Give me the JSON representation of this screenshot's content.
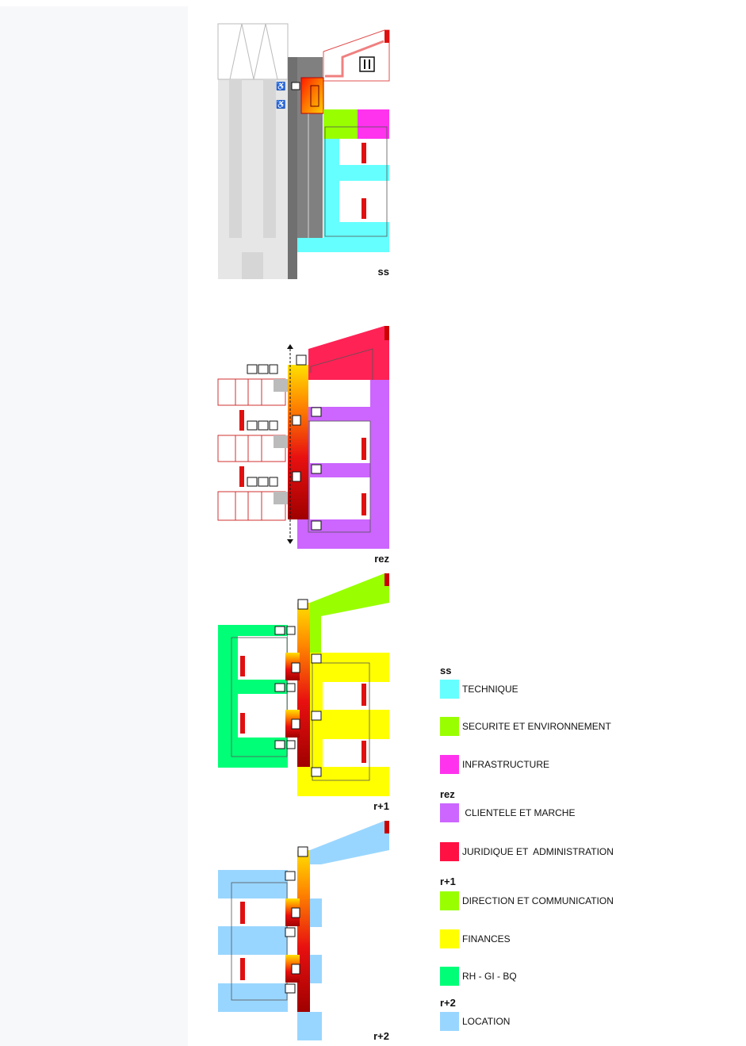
{
  "floors": {
    "ss": "ss",
    "rez": "rez",
    "r1": "r+1",
    "r2": "r+2"
  },
  "legend": {
    "ss_heading": "ss",
    "rez_heading": "rez",
    "r1_heading": "r+1",
    "r2_heading": "r+2",
    "items": [
      {
        "label": "TECHNIQUE",
        "color": "#66ffff"
      },
      {
        "label": "SECURITE ET ENVIRONNEMENT",
        "color": "#99ff00"
      },
      {
        "label": "INFRASTRUCTURE",
        "color": "#ff33ee"
      },
      {
        "label": " CLIENTELE ET MARCHE",
        "color": "#cc66ff"
      },
      {
        "label": "JURIDIQUE ET  ADMINISTRATION",
        "color": "#ff1144"
      },
      {
        "label": "DIRECTION ET COMMUNICATION",
        "color": "#99ff00"
      },
      {
        "label": "FINANCES",
        "color": "#ffff00"
      },
      {
        "label": "RH - GI - BQ",
        "color": "#00ff77"
      },
      {
        "label": "LOCATION",
        "color": "#99d6ff"
      }
    ]
  },
  "colors": {
    "technique": "#66ffff",
    "securite": "#99ff00",
    "infrastructure": "#ff33ee",
    "clientele": "#cc66ff",
    "juridique": "#ff1144",
    "direction": "#99ff00",
    "finances": "#ffff00",
    "rh": "#00ff77",
    "location": "#99d6ff",
    "circulation_red": "#e01010",
    "circulation_yellow": "#ffd400"
  },
  "icons": [
    "toilets-icon",
    "coffee-icon",
    "drink-icon",
    "restaurant-icon",
    "wheelchair-icon",
    "stairs-icon",
    "elevator-icon",
    "door-icon"
  ]
}
